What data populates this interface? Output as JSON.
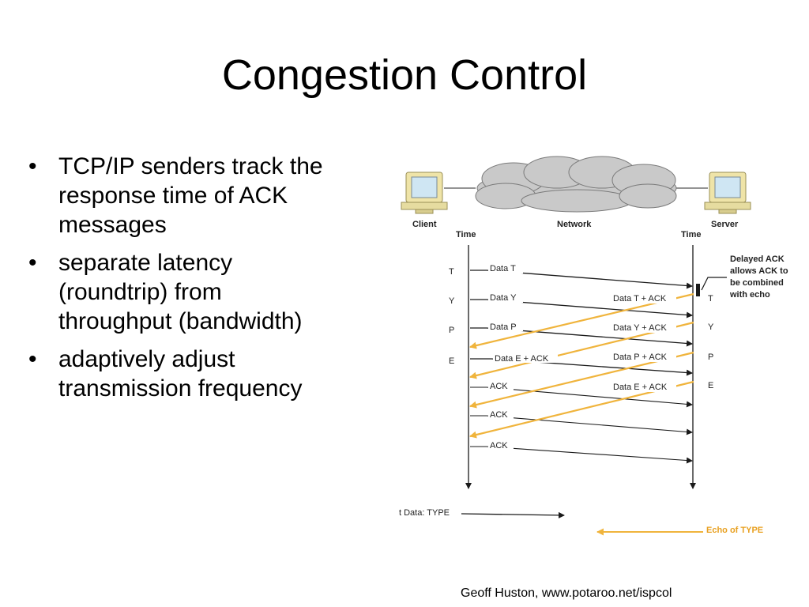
{
  "title": "Congestion Control",
  "bullets": [
    "TCP/IP senders track the\nresponse time of ACK\nmessages",
    "separate latency\n(roundtrip) from\nthroughput (bandwidth)",
    "adaptively adjust\ntransmission frequency"
  ],
  "bullet_glyph": "•",
  "diagram": {
    "client_label": "Client",
    "network_label": "Network",
    "server_label": "Server",
    "client_time_label": "Time",
    "server_time_label": "Time",
    "client_letters": [
      "T",
      "Y",
      "P",
      "E"
    ],
    "server_letters": [
      "T",
      "Y",
      "P",
      "E"
    ],
    "client_messages": [
      "Data T",
      "Data Y",
      "Data P",
      "Data E + ACK",
      "ACK",
      "ACK",
      "ACK"
    ],
    "server_messages": [
      "Data T + ACK",
      "Data Y + ACK",
      "Data P + ACK",
      "Data E + ACK"
    ],
    "annotation_lines": [
      "Delayed ACK",
      "allows ACK to",
      "be combined",
      "with echo"
    ],
    "legend_sent": "t Data: TYPE",
    "legend_echo": "Echo of TYPE",
    "colors": {
      "data_arrow": "#1a1a1a",
      "echo_arrow": "#f0b43c",
      "echo_text": "#e8a020"
    }
  },
  "footer": "Geoff Huston, www.potaroo.net/ispcol"
}
